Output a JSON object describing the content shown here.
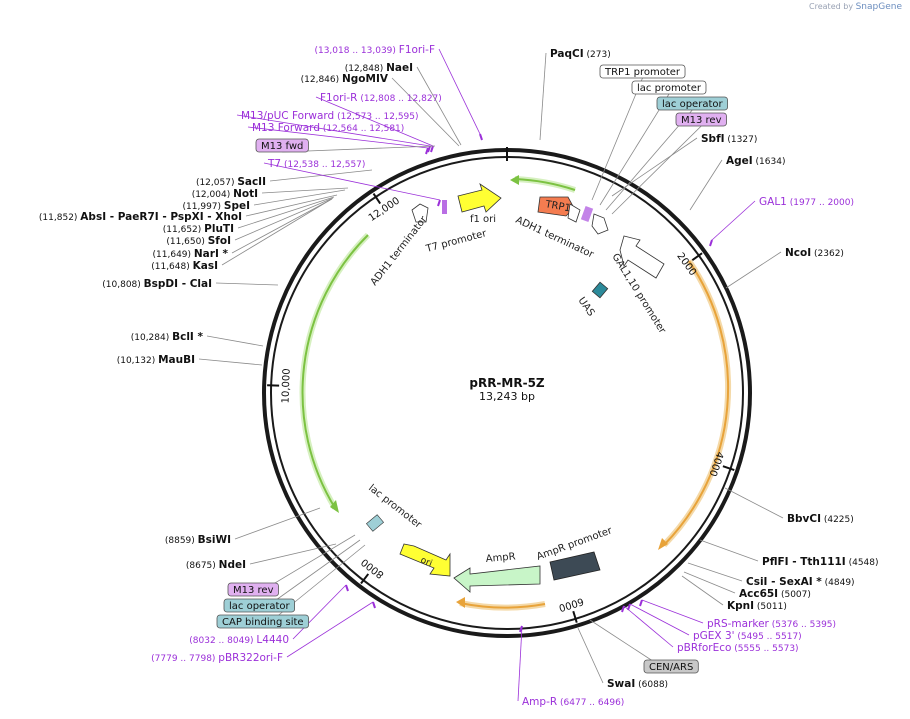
{
  "credit": {
    "created_by": "Created by",
    "brand": "SnapGene"
  },
  "plasmid": {
    "name": "pRR-MR-5Z",
    "length_label": "13,243 bp",
    "length": 13243
  },
  "ticks": [
    "2000",
    "4000",
    "6000",
    "8000",
    "10,000",
    "12,000"
  ],
  "sites": [
    {
      "name": "PaqCI",
      "pos": "(273)"
    },
    {
      "name": "SbfI",
      "pos": "(1327)"
    },
    {
      "name": "AgeI",
      "pos": "(1634)"
    },
    {
      "name": "NcoI",
      "pos": "(2362)"
    },
    {
      "name": "BbvCI",
      "pos": "(4225)"
    },
    {
      "name": "PflFI - Tth111I",
      "pos": "(4548)"
    },
    {
      "name": "CsiI - SexAI *",
      "pos": "(4849)"
    },
    {
      "name": "Acc65I",
      "pos": "(5007)"
    },
    {
      "name": "KpnI",
      "pos": "(5011)"
    },
    {
      "name": "SwaI",
      "pos": "(6088)"
    },
    {
      "name": "NdeI",
      "pos": "(8675)"
    },
    {
      "name": "BsiWI",
      "pos": "(8859)"
    },
    {
      "name": "MauBI",
      "pos": "(10,132)"
    },
    {
      "name": "BclI *",
      "pos": "(10,284)"
    },
    {
      "name": "BspDI - ClaI",
      "pos": "(10,808)"
    },
    {
      "name": "KasI",
      "pos": "(11,648)"
    },
    {
      "name": "NarI *",
      "pos": "(11,649)"
    },
    {
      "name": "SfoI",
      "pos": "(11,650)"
    },
    {
      "name": "PluTI",
      "pos": "(11,652)"
    },
    {
      "name": "AbsI - PaeR7I - PspXI - XhoI",
      "pos": "(11,852)"
    },
    {
      "name": "SpeI",
      "pos": "(11,997)"
    },
    {
      "name": "NotI",
      "pos": "(12,004)"
    },
    {
      "name": "SacII",
      "pos": "(12,057)"
    },
    {
      "name": "NgoMIV",
      "pos": "(12,846)"
    },
    {
      "name": "NaeI",
      "pos": "(12,848)"
    }
  ],
  "primers": [
    {
      "name": "F1ori-F",
      "range": "(13,018 .. 13,039)"
    },
    {
      "name": "F1ori-R",
      "range": "(12,808 .. 12,827)"
    },
    {
      "name": "M13/pUC Forward",
      "range": "(12,573 .. 12,595)"
    },
    {
      "name": "M13 Forward",
      "range": "(12,564 .. 12,581)"
    },
    {
      "name": "T7",
      "range": "(12,538 .. 12,557)"
    },
    {
      "name": "GAL1",
      "range": "(1977 .. 2000)"
    },
    {
      "name": "pRS-marker",
      "range": "(5376 .. 5395)"
    },
    {
      "name": "pGEX 3'",
      "range": "(5495 .. 5517)"
    },
    {
      "name": "pBRforEco",
      "range": "(5555 .. 5573)"
    },
    {
      "name": "Amp-R",
      "range": "(6477 .. 6496)"
    },
    {
      "name": "L4440",
      "range": "(8032 .. 8049)"
    },
    {
      "name": "pBR322ori-F",
      "range": "(7779 .. 7798)"
    }
  ],
  "boxed_labels": [
    {
      "text": "TRP1 promoter",
      "fill": "#ffffff"
    },
    {
      "text": "lac promoter",
      "fill": "#ffffff"
    },
    {
      "text": "lac operator",
      "fill": "#9ecfd6"
    },
    {
      "text": "M13 rev",
      "fill": "#e0b0f0"
    },
    {
      "text": "CEN/ARS",
      "fill": "#c8c8c8"
    },
    {
      "text": "M13 fwd",
      "fill": "#e0b0f0"
    },
    {
      "text": "M13 rev",
      "fill": "#e0b0f0"
    },
    {
      "text": "lac operator",
      "fill": "#9ecfd6"
    },
    {
      "text": "CAP binding site",
      "fill": "#9ecfd6"
    }
  ],
  "features": {
    "trp1": "TRP1",
    "f1_ori": "f1 ori",
    "adh1_term_right": "ADH1 terminator",
    "adh1_term_left": "ADH1 terminator",
    "t7_promoter": "T7 promoter",
    "gal1_10_promoter": "GAL1,10 promoter",
    "uas": "UAS",
    "lac_promoter": "lac promoter",
    "ori": "ori",
    "ampr": "AmpR",
    "ampr_promoter": "AmpR promoter"
  },
  "colors": {
    "backbone": "#1a1a1a",
    "primer": "#9b30d9",
    "orange_orf": "#e8a33a",
    "green_orf": "#7cc242",
    "trp1": "#f47c50",
    "f1_ori": "#ffff33",
    "ori": "#ffff33",
    "ampr": "#c8f5c8",
    "ampr_promoter": "#3d4a55",
    "uas": "#2c8a9a"
  }
}
